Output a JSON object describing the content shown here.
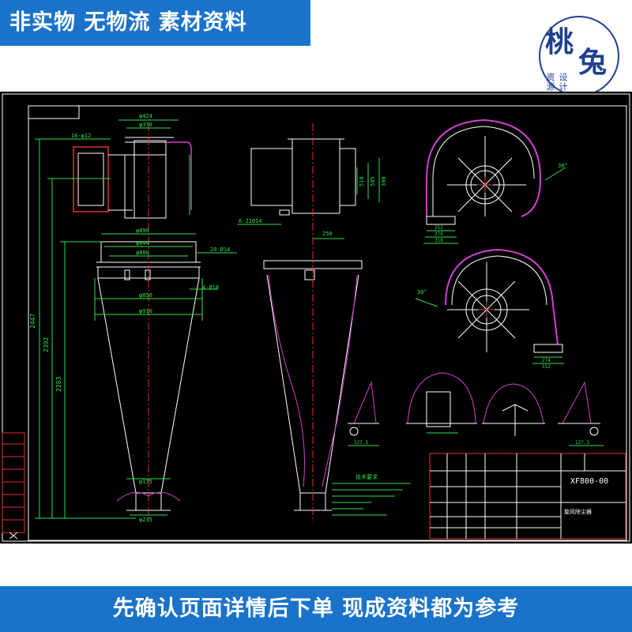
{
  "top_banner": {
    "text": "非实物 无物流 素材资料"
  },
  "logo": {
    "main": "桃",
    "second": "兔",
    "sub": "设计资源"
  },
  "bottom_banner": {
    "text": "先确认页面详情后下单 现成资料都为参考"
  },
  "drawing": {
    "title_code": "XF800-00",
    "title_name": "旋风除尘器",
    "labels": {
      "d424": "φ424",
      "d370": "φ370",
      "d890": "φ890",
      "d844": "φ844",
      "d800": "φ800",
      "d850": "φ850",
      "d910": "φ910",
      "d175": "φ175",
      "d235": "φ235",
      "h2447": "2447",
      "h2392": "2392",
      "h2283": "2283",
      "h510": "510",
      "h505": "505",
      "h390": "390",
      "w250": "250",
      "w252": "252",
      "w276": "276",
      "w318": "318",
      "w274": "274",
      "w312": "312",
      "w127": "127.5",
      "a30": "30°",
      "note_title": "技术要求",
      "bolt1": "16-φ12",
      "bolt2": "6-22Ø14",
      "bolt3": "20-Ø14",
      "bolt4": "4-Ø18"
    }
  }
}
